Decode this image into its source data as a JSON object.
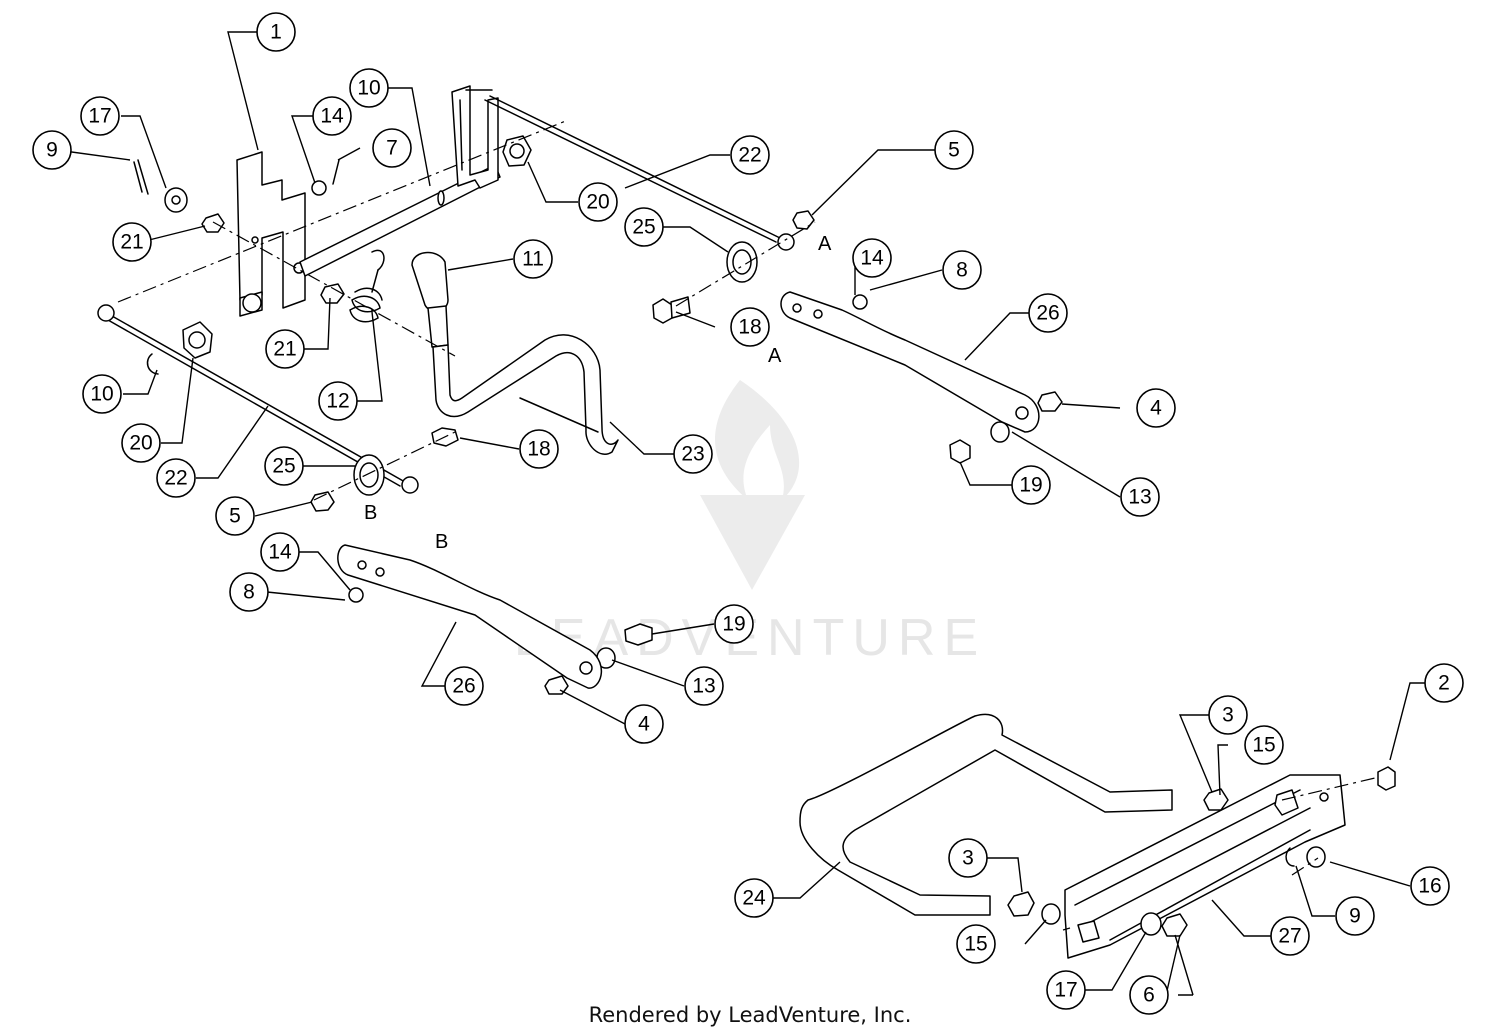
{
  "footer": "Rendered by LeadVenture, Inc.",
  "watermark": "LEADVENTURE",
  "ref_letters": {
    "a": "A",
    "b": "B"
  },
  "callouts": {
    "c1": "1",
    "c2": "2",
    "c3a": "3",
    "c3b": "3",
    "c4a": "4",
    "c4b": "4",
    "c5a": "5",
    "c5b": "5",
    "c6": "6",
    "c7": "7",
    "c8a": "8",
    "c8b": "8",
    "c9a": "9",
    "c9b": "9",
    "c10a": "10",
    "c10b": "10",
    "c11": "11",
    "c12": "12",
    "c13a": "13",
    "c13b": "13",
    "c14a": "14",
    "c14b": "14",
    "c14c": "14",
    "c15a": "15",
    "c15b": "15",
    "c16": "16",
    "c17a": "17",
    "c17b": "17",
    "c18a": "18",
    "c18b": "18",
    "c19a": "19",
    "c19b": "19",
    "c20a": "20",
    "c20b": "20",
    "c21a": "21",
    "c21b": "21",
    "c22a": "22",
    "c22b": "22",
    "c23": "23",
    "c24": "24",
    "c25a": "25",
    "c25b": "25",
    "c26a": "26",
    "c26b": "26",
    "c27": "27"
  }
}
